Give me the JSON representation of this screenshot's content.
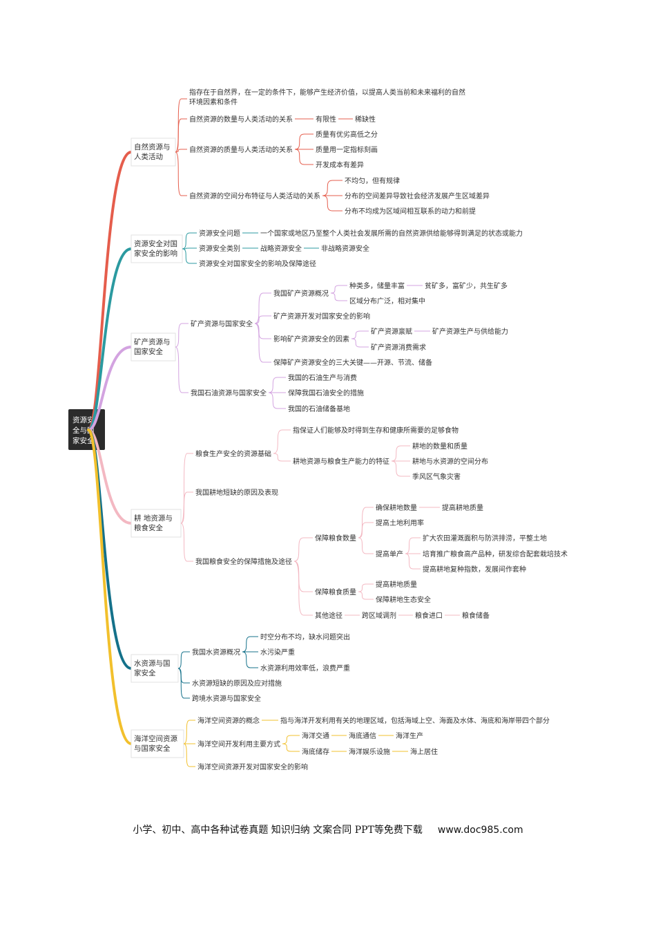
{
  "colors": {
    "accent1": "#e55d4c",
    "accent2": "#2b9aa0",
    "accent3": "#d3a3e0",
    "accent4": "#f3b8c2",
    "accent5": "#14718a",
    "accent6": "#f2c02c",
    "rootBg": "#2b2b2b"
  },
  "root": "资源安全与国家安全",
  "branches": [
    {
      "id": "b1",
      "label": "自然资源与人类活动",
      "color": "#e55d4c",
      "children": [
        {
          "label": "指存在于自然界，在一定的条件下，能够产生经济价值，以提高人类当前和未来福利的自然环境因素和条件"
        },
        {
          "label": "自然资源的数量与人类活动的关系",
          "children": [
            {
              "label": "有限性",
              "children": [
                {
                  "label": "稀缺性"
                }
              ]
            }
          ]
        },
        {
          "label": "自然资源的质量与人类活动的关系",
          "children": [
            {
              "label": "质量有优劣高低之分"
            },
            {
              "label": "质量用一定指标刻画"
            },
            {
              "label": "开发成本有差异"
            }
          ]
        },
        {
          "label": "自然资源的空间分布特征与人类活动的关系",
          "children": [
            {
              "label": "不均匀，但有规律"
            },
            {
              "label": "分布的空间差异导致社会经济发展产生区域差异"
            },
            {
              "label": "分布不均成为区域间相互联系的动力和前提"
            }
          ]
        }
      ]
    },
    {
      "id": "b2",
      "label": "资源安全对国家安全的影响",
      "color": "#2b9aa0",
      "children": [
        {
          "label": "资源安全问题",
          "children": [
            {
              "label": "一个国家或地区乃至整个人类社会发展所需的自然资源供给能够得到满足的状态或能力"
            }
          ]
        },
        {
          "label": "资源安全类别",
          "children": [
            {
              "label": "战略资源安全",
              "children": [
                {
                  "label": "非战略资源安全"
                }
              ]
            }
          ]
        },
        {
          "label": "资源安全对国家安全的影响及保障途径"
        }
      ]
    },
    {
      "id": "b3",
      "label": "矿产资源与国家安全",
      "color": "#d3a3e0",
      "children": [
        {
          "label": "矿产资源与国家安全",
          "children": [
            {
              "label": "我国矿产资源概况",
              "children": [
                {
                  "label": "种类多，储量丰富",
                  "children": [
                    {
                      "label": "贫矿多，富矿少，共生矿多"
                    }
                  ]
                },
                {
                  "label": "区域分布广泛，相对集中"
                }
              ]
            },
            {
              "label": "矿产资源开发对国家安全的影响"
            },
            {
              "label": "影响矿产资源安全的因素",
              "children": [
                {
                  "label": "矿产资源禀赋",
                  "children": [
                    {
                      "label": "矿产资源生产与供给能力"
                    }
                  ]
                },
                {
                  "label": "矿产资源消费需求"
                }
              ]
            },
            {
              "label": "保障矿产资源安全的三大关键——开源、节流、储备"
            }
          ]
        },
        {
          "label": "我国石油资源与国家安全",
          "children": [
            {
              "label": "我国的石油生产与消费"
            },
            {
              "label": "保障我国石油安全的措施"
            },
            {
              "label": "我国的石油储备基地"
            }
          ]
        }
      ]
    },
    {
      "id": "b4",
      "label": "耕 地资源与粮食安全",
      "color": "#f3b8c2",
      "children": [
        {
          "label": "粮食生产安全的资源基础",
          "children": [
            {
              "label": "指保证人们能够及时得到生存和健康所需要的足够食物"
            },
            {
              "label": "耕地资源与粮食生产能力的特征",
              "children": [
                {
                  "label": "耕地的数量和质量"
                },
                {
                  "label": "耕地与水资源的空间分布"
                },
                {
                  "label": "季风区气象灾害"
                }
              ]
            }
          ]
        },
        {
          "label": "我国耕地短缺的原因及表现"
        },
        {
          "label": "我国粮食安全的保障措施及途径",
          "children": [
            {
              "label": "保障粮食数量",
              "children": [
                {
                  "label": "确保耕地数量",
                  "children": [
                    {
                      "label": "提高耕地质量"
                    }
                  ]
                },
                {
                  "label": "提高土地利用率"
                },
                {
                  "label": "提高单产",
                  "children": [
                    {
                      "label": "扩大农田灌溉面积与防洪排涝，平整土地"
                    },
                    {
                      "label": "培育推广粮食高产品种，研发综合配套栽培技术"
                    },
                    {
                      "label": "提高耕地复种指数，发展间作套种"
                    }
                  ]
                }
              ]
            },
            {
              "label": "保障粮食质量",
              "children": [
                {
                  "label": "提高耕地质量"
                },
                {
                  "label": "保障耕地生态安全"
                }
              ]
            },
            {
              "label": "其他途径",
              "children": [
                {
                  "label": "跨区域调剂",
                  "children": [
                    {
                      "label": "粮食进口",
                      "children": [
                        {
                          "label": "粮食储备"
                        }
                      ]
                    }
                  ]
                }
              ]
            }
          ]
        }
      ]
    },
    {
      "id": "b5",
      "label": "水资源与国家安全",
      "color": "#14718a",
      "children": [
        {
          "label": "我国水资源概况",
          "children": [
            {
              "label": "时空分布不均，缺水问题突出"
            },
            {
              "label": "水污染严重"
            },
            {
              "label": "水资源利用效率低，浪费严重"
            }
          ]
        },
        {
          "label": "水资源短缺的原因及应对措施"
        },
        {
          "label": "跨境水资源与国家安全"
        }
      ]
    },
    {
      "id": "b6",
      "label": "海洋空间资源与国家安全",
      "color": "#f2c02c",
      "children": [
        {
          "label": "海洋空间资源的概念",
          "children": [
            {
              "label": "指与海洋开发利用有关的地理区域，包括海域上空、海面及水体、海底和海岸带四个部分"
            }
          ]
        },
        {
          "label": "海洋空间开发利用主要方式",
          "children": [
            {
              "label": "海洋交通",
              "children": [
                {
                  "label": "海底通信",
                  "children": [
                    {
                      "label": "海洋生产"
                    }
                  ]
                }
              ]
            },
            {
              "label": "海底储存",
              "children": [
                {
                  "label": "海洋娱乐设施",
                  "children": [
                    {
                      "label": "海上居住"
                    }
                  ]
                }
              ]
            }
          ]
        },
        {
          "label": "海洋空间资源开发对国家安全的影响"
        }
      ]
    }
  ],
  "footer": {
    "text": "小学、初中、高中各种试卷真题  知识归纳  文案合同  PPT等免费下载",
    "url": "www.doc985.com"
  }
}
